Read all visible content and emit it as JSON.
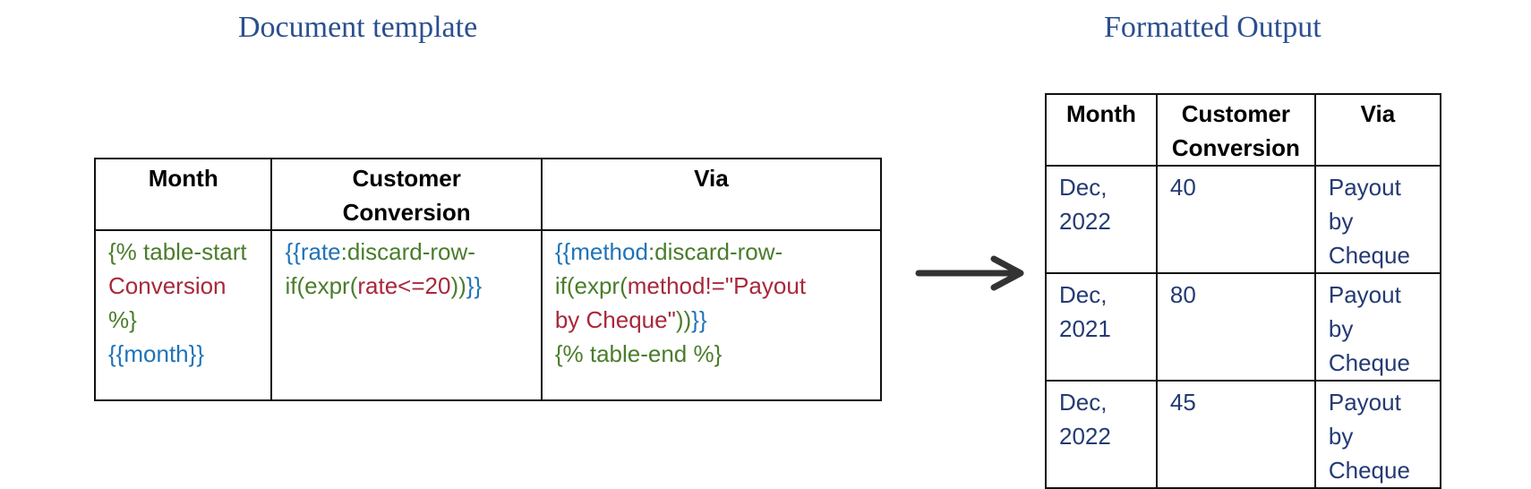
{
  "titles": {
    "left": "Document template",
    "right": "Formatted Output"
  },
  "template_table": {
    "headers": [
      "Month",
      "Customer Conversion",
      "Via"
    ],
    "col1": {
      "tag_start_a": "{% table-start",
      "tag_start_b": "Conversion",
      "tag_start_c": "%}",
      "month_tag": "{{month}}"
    },
    "col2": {
      "open": "{{",
      "var": "rate",
      "sep": ":",
      "fn": "discard-row-",
      "fn2": "if(expr(",
      "cond": "rate<=20",
      "close_paren": "))",
      "close": "}}"
    },
    "col3": {
      "open": "{{",
      "var": "method",
      "sep": ":",
      "fn": "discard-row-",
      "fn2": "if(expr(",
      "cond_a": "method!=\"Payout",
      "cond_b": "by Cheque\"",
      "close_paren": "))",
      "close": "}}",
      "end_tag": "{% table-end %}"
    }
  },
  "output_table": {
    "headers": [
      "Month",
      "Customer Conversion",
      "Via"
    ],
    "rows": [
      {
        "month_a": "Dec,",
        "month_b": "2022",
        "rate": "40",
        "via_a": "Payout",
        "via_b": "by",
        "via_c": "Cheque"
      },
      {
        "month_a": "Dec,",
        "month_b": "2021",
        "rate": "80",
        "via_a": "Payout",
        "via_b": "by",
        "via_c": "Cheque"
      },
      {
        "month_a": "Dec,",
        "month_b": "2022",
        "rate": "45",
        "via_a": "Payout",
        "via_b": "by",
        "via_c": "Cheque"
      }
    ]
  },
  "colors": {
    "title": "#2b4f8f",
    "tag_blue": "#1f73b8",
    "tag_green": "#4a7d2b",
    "tag_red": "#a8283c",
    "output_text": "#243a73",
    "arrow": "#333333"
  },
  "icons": {
    "arrow": "right-arrow-icon"
  }
}
